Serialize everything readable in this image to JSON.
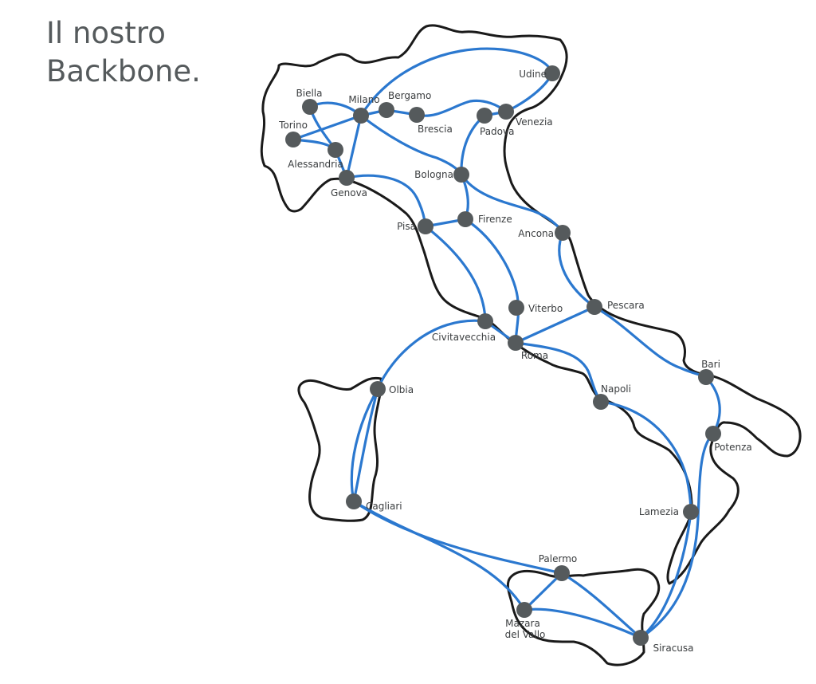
{
  "title": {
    "line1": "Il nostro",
    "line2": "Backbone."
  },
  "colors": {
    "link": "#2b78cf",
    "node": "#555a5c",
    "coast": "#1a1a1a",
    "title": "#555a5c"
  },
  "nodes": {
    "udine": "Udine",
    "biella": "Biella",
    "milano": "Milano",
    "bergamo": "Bergamo",
    "torino": "Torino",
    "brescia": "Brescia",
    "padova": "Padova",
    "venezia": "Venezia",
    "alessandria": "Alessandria",
    "bologna": "Bologna",
    "genova": "Genova",
    "firenze": "Firenze",
    "pisa": "Pisa",
    "ancona": "Ancona",
    "viterbo": "Viterbo",
    "pescara": "Pescara",
    "civitavecchia": "Civitavecchia",
    "roma": "Roma",
    "bari": "Bari",
    "olbia": "Olbia",
    "napoli": "Napoli",
    "potenza": "Potenza",
    "cagliari": "Cagliari",
    "lamezia": "Lamezia",
    "palermo": "Palermo",
    "mazara_line1": "Mazara",
    "mazara_line2": "del Vallo",
    "siracusa": "Siracusa"
  }
}
